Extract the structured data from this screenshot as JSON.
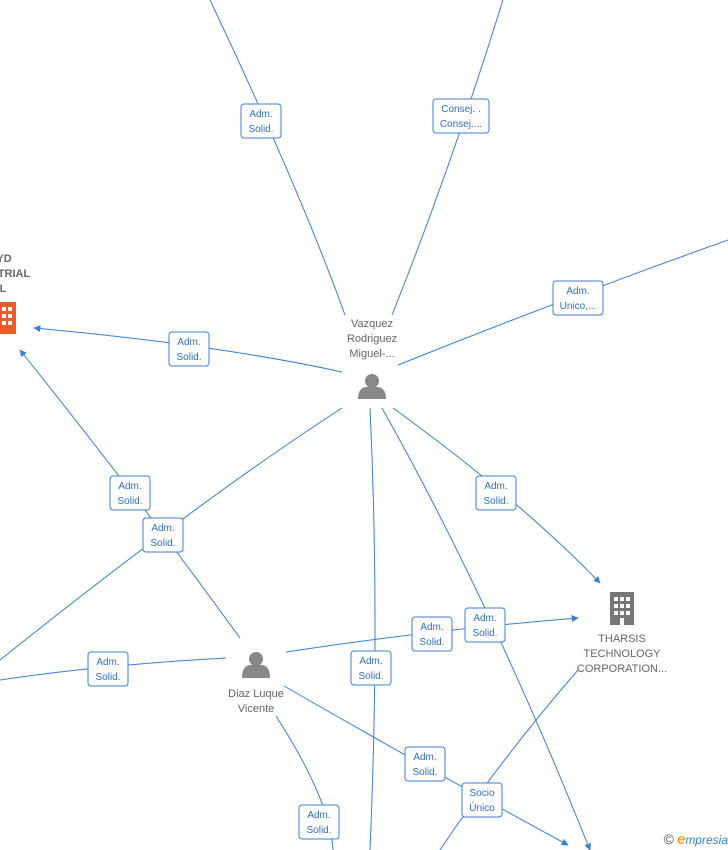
{
  "colors": {
    "edge": "#3b7fd4",
    "person_icon": "#888888",
    "company_icon": "#777777",
    "company_highlight": "#f05a28"
  },
  "nodes": {
    "vazquez": {
      "lines": [
        "Vazquez",
        "Rodriguez",
        "Miguel-..."
      ],
      "icon": "person-icon"
    },
    "diaz": {
      "lines": [
        "Diaz Luque",
        "Vicente"
      ],
      "icon": "person-icon"
    },
    "tharsis": {
      "lines": [
        "THARSIS",
        "TECHNOLOGY",
        "CORPORATION..."
      ],
      "icon": "building-icon"
    },
    "left_company": {
      "lines": [
        "YD",
        "TRIAL",
        "L"
      ],
      "icon": "building-icon"
    }
  },
  "edge_labels": [
    {
      "id": "e1",
      "lines": [
        "Adm.",
        "Solid."
      ]
    },
    {
      "id": "e2",
      "lines": [
        "Consej. .",
        "Consej...."
      ]
    },
    {
      "id": "e3",
      "lines": [
        "Adm.",
        "Unico,..."
      ]
    },
    {
      "id": "e4",
      "lines": [
        "Adm.",
        "Solid."
      ]
    },
    {
      "id": "e5",
      "lines": [
        "Adm.",
        "Solid."
      ]
    },
    {
      "id": "e6",
      "lines": [
        "Adm.",
        "Solid."
      ]
    },
    {
      "id": "e7",
      "lines": [
        "Adm.",
        "Solid."
      ]
    },
    {
      "id": "e8",
      "lines": [
        "Adm.",
        "Solid."
      ]
    },
    {
      "id": "e9",
      "lines": [
        "Adm.",
        "Solid."
      ]
    },
    {
      "id": "e10",
      "lines": [
        "Adm.",
        "Solid."
      ]
    },
    {
      "id": "e11",
      "lines": [
        "Adm.",
        "Solid."
      ]
    },
    {
      "id": "e12",
      "lines": [
        "Adm.",
        "Solid."
      ]
    },
    {
      "id": "e13",
      "lines": [
        "Adm.",
        "Solid."
      ]
    },
    {
      "id": "e14",
      "lines": [
        "Socio",
        "Único"
      ]
    }
  ],
  "watermark": {
    "copyright": "©",
    "brand_initial": "e",
    "brand_rest": "mpresia"
  }
}
